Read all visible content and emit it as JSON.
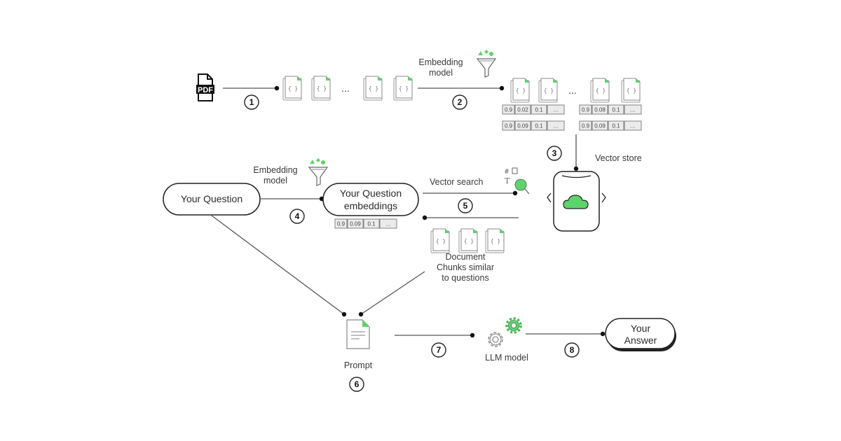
{
  "title": "RAG pipeline diagram",
  "colors": {
    "accent": "#5cd46b",
    "line": "#555555",
    "node_stroke": "#222222",
    "cell_fill": "#ebebeb"
  },
  "source": {
    "icon": "pdf-file-icon",
    "label": "PDF"
  },
  "ellipsis": "...",
  "steps": {
    "s1": "1",
    "s2": "2",
    "s3": "3",
    "s4": "4",
    "s5": "5",
    "s6": "6",
    "s7": "7",
    "s8": "8"
  },
  "embedding_model_top": {
    "line1": "Embedding",
    "line2": "model",
    "icon": "funnel-icon"
  },
  "embedding_model_mid": {
    "line1": "Embedding",
    "line2": "model",
    "icon": "funnel-icon"
  },
  "vectors": {
    "row1_a": [
      "0.9",
      "0.02",
      "0.1",
      "..."
    ],
    "row1_b": [
      "0.9",
      "0.08",
      "0.1",
      "..."
    ],
    "row2_a": [
      "0.9",
      "0.09",
      "0.1",
      "..."
    ],
    "row2_b": [
      "0.9",
      "0.09",
      "0.1",
      "..."
    ],
    "question": [
      "0.9",
      "0.09",
      "0.1",
      "..."
    ]
  },
  "doc_glyph": "{ }",
  "vector_store": {
    "label": "Vector store",
    "icon": "cloud-icon"
  },
  "question": {
    "label": "Your Question"
  },
  "question_embeddings": {
    "line1": "Your Question",
    "line2": "embeddings"
  },
  "vector_search": {
    "label": "Vector search",
    "icon": "search-icon",
    "glyph_hash": "#",
    "glyph_t": "T"
  },
  "chunks": {
    "line1": "Document",
    "line2": "Chunks similar",
    "line3": "to questions"
  },
  "prompt": {
    "label": "Prompt",
    "icon": "document-icon"
  },
  "llm": {
    "label": "LLM model",
    "icon": "gear-icon"
  },
  "answer": {
    "line1": "Your",
    "line2": "Answer"
  }
}
